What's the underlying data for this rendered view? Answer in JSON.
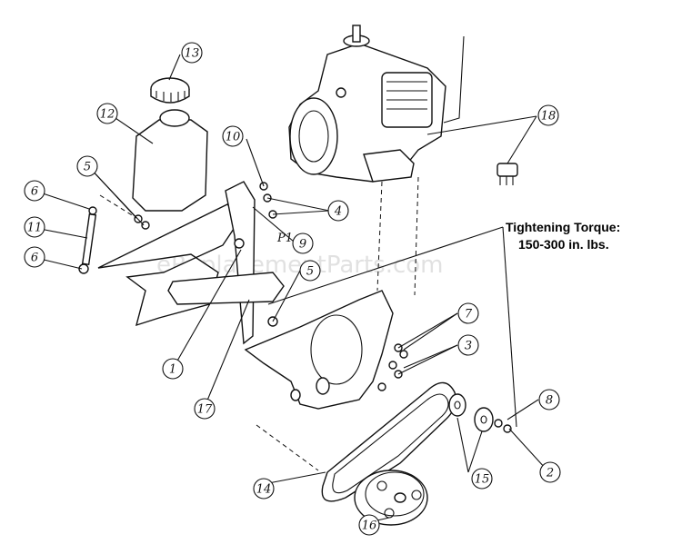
{
  "annotation": {
    "torque_line1": "Tightening Torque:",
    "torque_line2": "150-300 in. lbs.",
    "plate_code": "P1"
  },
  "watermark": "eReplacementParts.com",
  "callouts": [
    "1",
    "2",
    "3",
    "4",
    "5",
    "5",
    "6",
    "6",
    "7",
    "8",
    "9",
    "10",
    "11",
    "12",
    "13",
    "14",
    "15",
    "16",
    "17",
    "18"
  ],
  "part_icons": {
    "fuel_cap": "fuel-cap-icon",
    "fuel_tank": "fuel-tank-icon",
    "engine": "engine-icon",
    "connector": "plug-connector-icon",
    "frame": "frame-bracket-icon",
    "belt": "v-belt-icon",
    "pulley": "pulley-icon"
  }
}
